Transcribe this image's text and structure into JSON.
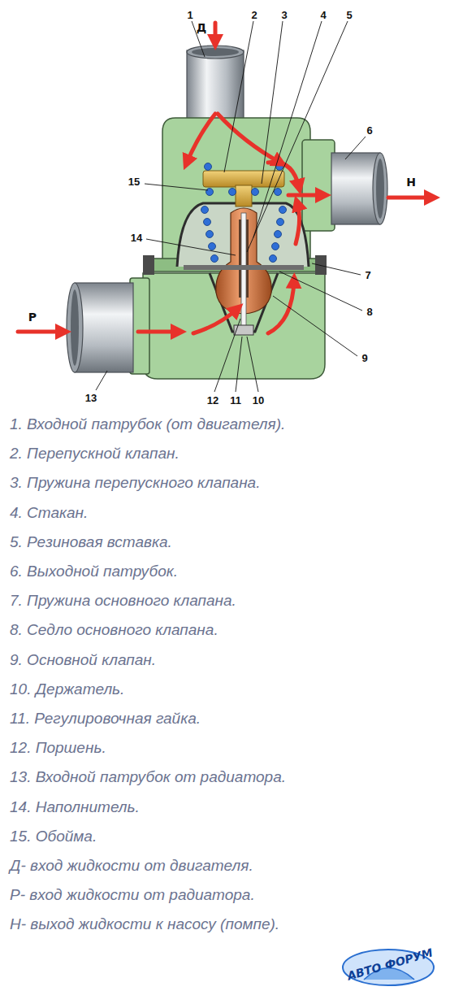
{
  "diagram": {
    "labels": [
      "1",
      "2",
      "3",
      "4",
      "5",
      "Д",
      "6",
      "15",
      "Н",
      "14",
      "7",
      "Р",
      "8",
      "9",
      "13",
      "12",
      "11",
      "10",
      "1. Входной патрубок (от двигателя).",
      "2. Перепускной клапан.",
      "3. Пружина перепускного клапана.",
      "4. Стакан.",
      "5. Резиновая вставка.",
      "6. Выходной патрубок.",
      "7. Пружина основного клапана.",
      "8. Седло основного клапана.",
      "9. Основной клапан.",
      "10. Держатель.",
      "11. Регулировочная гайка.",
      "12. Поршень.",
      "13. Входной патрубок от радиатора.",
      "14. Наполнитель.",
      "15. Обойма.",
      "Д- вход жидкости от двигателя.",
      "Р- вход жидкости от радиатора.",
      "Н- выход жидкости к насосу (помпе).",
      "АВТО ФОРУМ"
    ]
  }
}
